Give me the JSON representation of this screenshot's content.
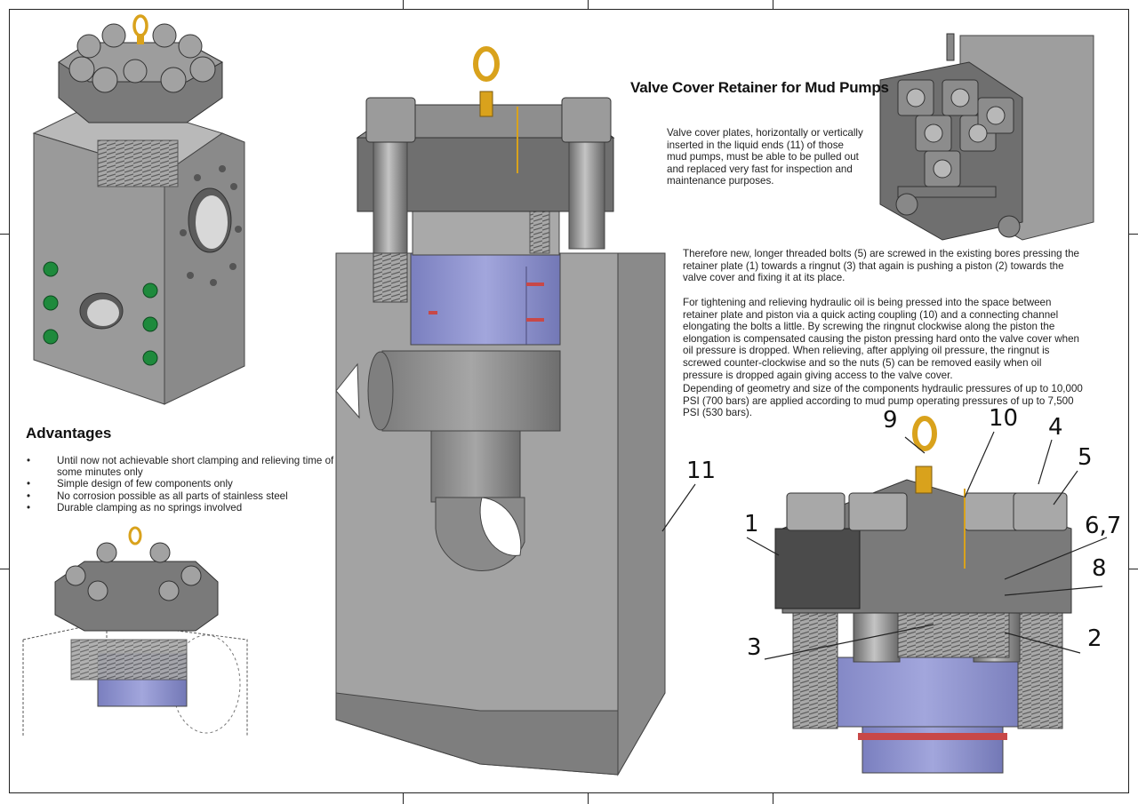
{
  "title": "Valve Cover Retainer for Mud Pumps",
  "intro_text": "Valve cover plates, horizontally or vertically inserted in the liquid ends (11) of those mud pumps, must be able to be pulled out and replaced very fast for inspection and maintenance purposes.",
  "paragraphs": [
    "Therefore new, longer threaded bolts (5) are screwed in the existing bores pressing the retainer plate (1) towards a ringnut (3) that again is pushing a piston (2) towards the valve cover and fixing it at its place.",
    "For tightening and relieving hydraulic oil is being pressed into the space between retainer plate and piston via a quick acting coupling (10) and a connecting channel elongating the bolts a little. By screwing the ringnut clockwise along the piston the elongation is compensated causing the piston pressing hard onto the valve cover when oil pressure is dropped. When relieving, after applying oil pressure,  the ringnut is screwed counter-clockwise and so the nuts (5) can be removed easily when oil pressure is dropped again giving access to the valve cover.",
    "Depending of geometry and size of the components hydraulic pressures of up to 10,000 PSI (700 bars) are applied according to mud pump operating pressures of up to 7,500 PSI (530 bars)."
  ],
  "advantages": {
    "title": "Advantages",
    "items": [
      "Until now not achievable short clamping and relieving time of some minutes only",
      "Simple design of few components only",
      "No corrosion possible as all parts of stainless steel",
      "Durable clamping as no springs involved"
    ]
  },
  "callouts": {
    "c1": "1",
    "c2": "2",
    "c3": "3",
    "c4": "4",
    "c5": "5",
    "c67": "6,7",
    "c8": "8",
    "c9": "9",
    "c10": "10",
    "c11": "11"
  },
  "colors": {
    "steel": "#8c8c8c",
    "steel_dark": "#5a5a5a",
    "steel_light": "#b4b4b4",
    "piston_blue": "#8a8ec8",
    "brass": "#d9a21c",
    "seal_red": "#c84848",
    "port_green": "#1e8a3c"
  }
}
